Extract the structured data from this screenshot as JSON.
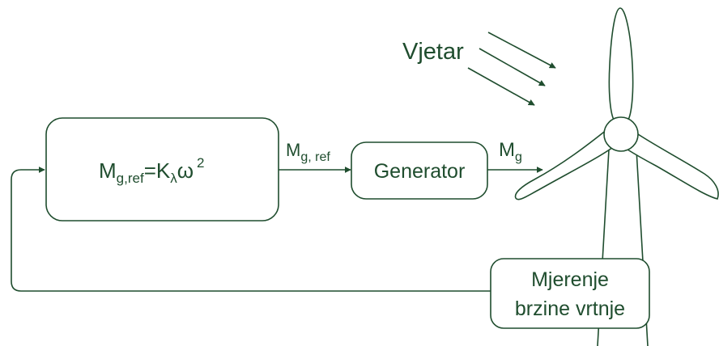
{
  "wind_label": "Vjetar",
  "controller": {
    "lhs_base": "M",
    "lhs_sub": "g,ref",
    "equals": "=",
    "k_base": "K",
    "k_sub": "λ",
    "omega": "ω",
    "exponent": "2"
  },
  "signal_ref": {
    "base": "M",
    "sub": "g, ref"
  },
  "generator_label": "Generator",
  "signal_out": {
    "base": "M",
    "sub": "g"
  },
  "measurement": {
    "line1": "Mjerenje",
    "line2": "brzine vrtnje"
  },
  "colors": {
    "stroke": "#1f4d2e",
    "background": "#ffffff"
  }
}
